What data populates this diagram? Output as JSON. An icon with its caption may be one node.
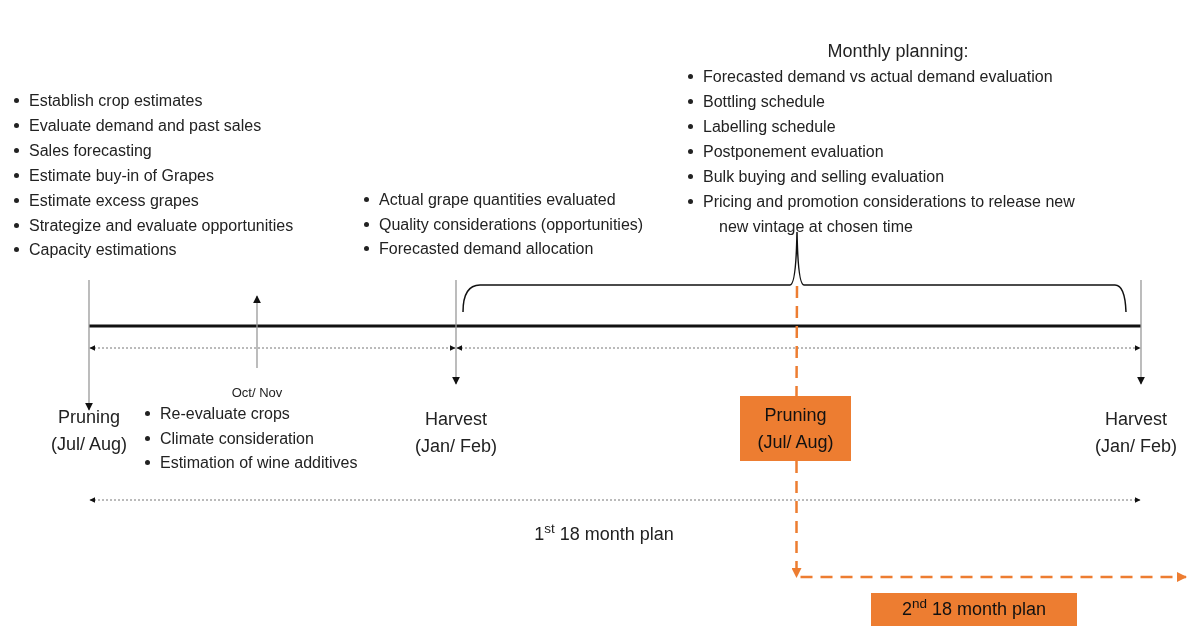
{
  "diagram": {
    "nodes": [
      {
        "text": [],
        "shape": "bracket"
      },
      {
        "text": [
          "Pruning (Jul/ Aug)"
        ]
      },
      {
        "text": [
          "2$^{nd}$ 18 month plan"
        ]
      }
    ],
    "edges": [
      {
        "from": 0,
        "to": 1,
        "arrow": "none",
        "style": "dashed",
        "color": "#ed7d31"
      },
      {
        "from": 1,
        "to": null,
        "arrow": "to",
        "style": "dashed",
        "color": "#ed7d31"
      }
    ],
    "labels": [
      "Monthly planning:",
      "Forecasted demand vs actual demand evaluation",
      "Bottling schedule",
      "Labelling schedule",
      "Postponement evaluation",
      "Bulk buying and selling evaluation",
      "Pricing and promotion considerations to release new new vintage at chosen time",
      "Establish crop estimates",
      "Evaluate demand and past sales",
      "Sales forecasting",
      "Estimate buy-in of Grapes",
      "Estimate excess grapes",
      "Strategize and evaluate opportunities",
      "Capacity estimations",
      "Actual grape quantities evaluated",
      "Quality considerations (opportunities)",
      "Forecasted demand allocation",
      "Oct/ Nov",
      "Pruning (Jul/ Aug)",
      "Re-evaluate crops",
      "Climate consideration",
      "Estimation of wine additives",
      "Harvest (Jan/ Feb)",
      "Harvest (Jan/ Feb)",
      "1$^{st}$ 18 month plan"
    ]
  }
}
